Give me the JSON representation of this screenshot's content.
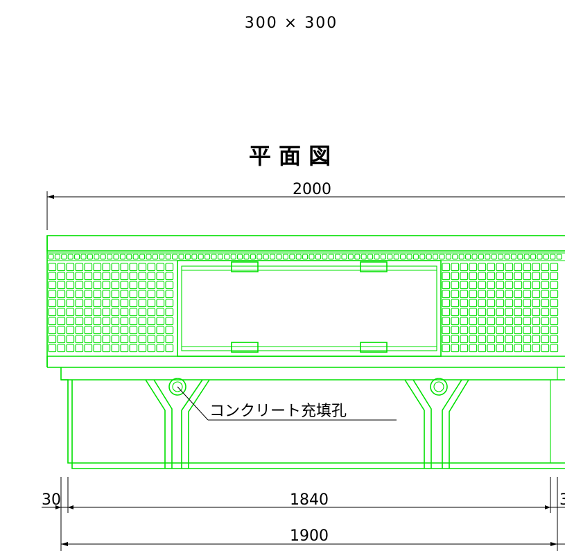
{
  "top_label": "300 × 300",
  "title": "平 面 図",
  "annotation": "コンクリート充填孔",
  "dimensions": {
    "overall_width": "2000",
    "left_edge": "30",
    "inner_width": "1840",
    "base_width": "1900",
    "right_edge": "3"
  },
  "colors": {
    "outline": "#00e000",
    "dimension": "#000000"
  }
}
